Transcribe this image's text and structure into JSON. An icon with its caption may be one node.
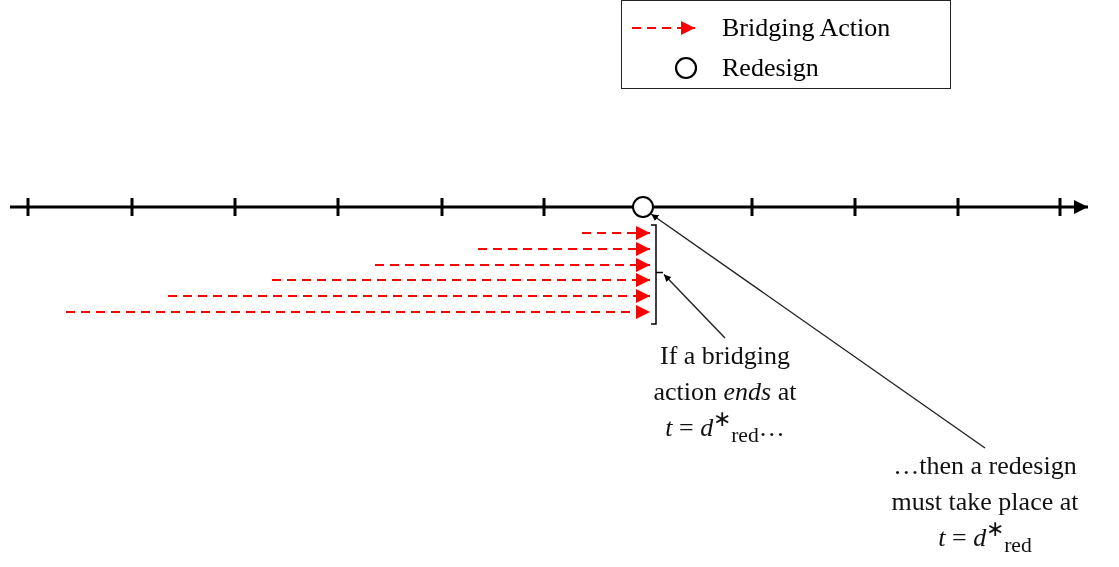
{
  "diagram": {
    "nodes": [
      {
        "text": [
          "If a bridging action *ends* at *t* = *d*$^{∗}$$_{red}$…"
        ]
      },
      {
        "text": [
          "…then a redesign must take place at *t* = *d*$^{∗}$$_{red}$"
        ]
      },
      {
        "text": [],
        "shape": "bracket"
      },
      {
        "text": [],
        "shape": "circle"
      }
    ],
    "edges": [
      {
        "from": 0,
        "to": 2,
        "arrow": "to",
        "color": "#222222"
      },
      {
        "from": 1,
        "to": 3,
        "arrow": "to",
        "color": "#222222"
      },
      {
        "from": null,
        "to": 2,
        "arrow": "to",
        "style": "dashed",
        "color": "#ff0000"
      },
      {
        "from": null,
        "to": 2,
        "arrow": "to",
        "style": "dashed",
        "color": "#ff0000"
      },
      {
        "from": null,
        "to": 2,
        "arrow": "to",
        "style": "dashed",
        "color": "#ff0000"
      },
      {
        "from": null,
        "to": 2,
        "arrow": "to",
        "style": "dashed",
        "color": "#ff0000"
      },
      {
        "from": null,
        "to": 2,
        "arrow": "to",
        "style": "dashed",
        "color": "#ff0000"
      },
      {
        "from": null,
        "to": 2,
        "arrow": "to",
        "style": "dashed",
        "color": "#ff0000"
      }
    ],
    "legend": [
      {
        "text": "Bridging Action"
      },
      {
        "text": "Redesign"
      }
    ]
  }
}
